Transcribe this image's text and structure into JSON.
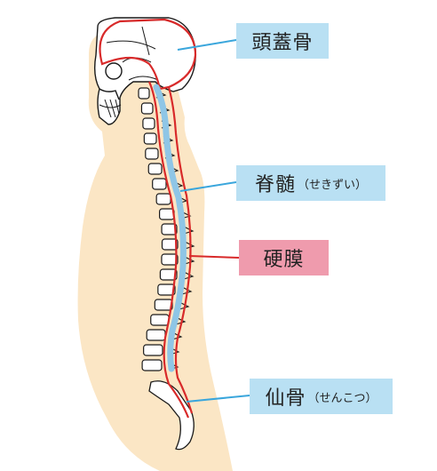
{
  "labels": {
    "skull": {
      "main": "頭蓋骨"
    },
    "spinal_cord": {
      "main": "脊髄",
      "reading": "（せきずい）"
    },
    "dura_mater": {
      "main": "硬膜"
    },
    "sacrum": {
      "main": "仙骨",
      "reading": "（せんこつ）"
    }
  },
  "colors": {
    "body": "#fbe6c5",
    "outline": "#1a1a1a",
    "dura": "#d82a2a",
    "spinal_cord": "#8fc6e6",
    "label_blue": "#b9e0f3",
    "label_pink": "#ef9bad",
    "pointer_blue": "#3aa6dc",
    "pointer_red": "#d82a2a"
  }
}
